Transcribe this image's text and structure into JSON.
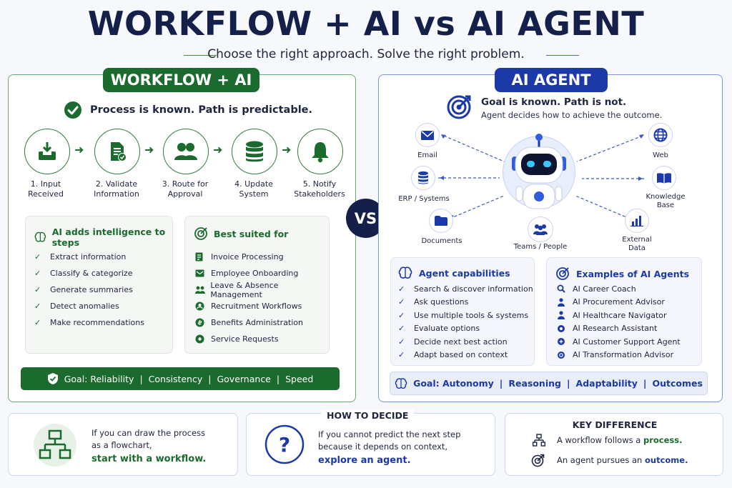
{
  "header": {
    "title": "WORKFLOW + AI vs AI AGENT",
    "subtitle": "Choose the right approach. Solve the right problem."
  },
  "workflow": {
    "tag": "WORKFLOW + AI",
    "headline": "Process is known. Path is predictable.",
    "steps": [
      {
        "line1": "1. Input",
        "line2": "Received",
        "icon": "inbox-download-icon"
      },
      {
        "line1": "2. Validate",
        "line2": "Information",
        "icon": "document-check-icon"
      },
      {
        "line1": "3. Route for",
        "line2": "Approval",
        "icon": "people-icon"
      },
      {
        "line1": "4. Update",
        "line2": "System",
        "icon": "database-icon"
      },
      {
        "line1": "5. Notify",
        "line2": "Stakeholders",
        "icon": "bell-icon"
      }
    ],
    "intelligence": {
      "title": "AI adds intelligence to steps",
      "items": [
        "Extract information",
        "Classify & categorize",
        "Generate summaries",
        "Detect anomalies",
        "Make recommendations"
      ]
    },
    "suited": {
      "title": "Best suited for",
      "items": [
        "Invoice Processing",
        "Employee Onboarding",
        "Leave & Absence Management",
        "Recruitment Workflows",
        "Benefits Administration",
        "Service Requests"
      ]
    },
    "goal": {
      "prefix": "Goal: Reliability",
      "parts": [
        "Consistency",
        "Governance",
        "Speed"
      ],
      "sep": "|"
    }
  },
  "vs_label": "VS",
  "agent": {
    "tag": "AI AGENT",
    "headline": "Goal is known. Path is not.",
    "subline": "Agent decides how to achieve the outcome.",
    "nodes": {
      "email": "Email",
      "erp": "ERP / Systems",
      "documents": "Documents",
      "teams": "Teams / People",
      "web": "Web",
      "knowledge_1": "Knowledge",
      "knowledge_2": "Base",
      "external_1": "External",
      "external_2": "Data"
    },
    "capabilities": {
      "title": "Agent capabilities",
      "items": [
        "Search & discover information",
        "Ask questions",
        "Use multiple tools & systems",
        "Evaluate options",
        "Decide next best action",
        "Adapt based on context"
      ]
    },
    "examples": {
      "title": "Examples of AI Agents",
      "items": [
        "AI Career Coach",
        "AI Procurement Advisor",
        "AI Healthcare Navigator",
        "AI Research Assistant",
        "AI Customer Support Agent",
        "AI Transformation Advisor"
      ]
    },
    "goal": {
      "prefix": "Goal: Autonomy",
      "parts": [
        "Reasoning",
        "Adaptability",
        "Outcomes"
      ],
      "sep": "|"
    }
  },
  "bottom": {
    "flowchart": {
      "line1": "If you can draw the process",
      "line2": "as a flowchart,",
      "emph": "start with a workflow."
    },
    "decide": {
      "title": "HOW TO DECIDE",
      "line1": "If you cannot predict the next step",
      "line2": "because it depends on context,",
      "emph": "explore an agent."
    },
    "key": {
      "title": "KEY DIFFERENCE",
      "w_pre": "A workflow follows a",
      "w_emph": "process.",
      "a_pre": "An agent pursues an",
      "a_emph": "outcome."
    }
  },
  "colors": {
    "green": "#1b6b2e",
    "blue": "#1c3aa7",
    "navy": "#15204a"
  }
}
